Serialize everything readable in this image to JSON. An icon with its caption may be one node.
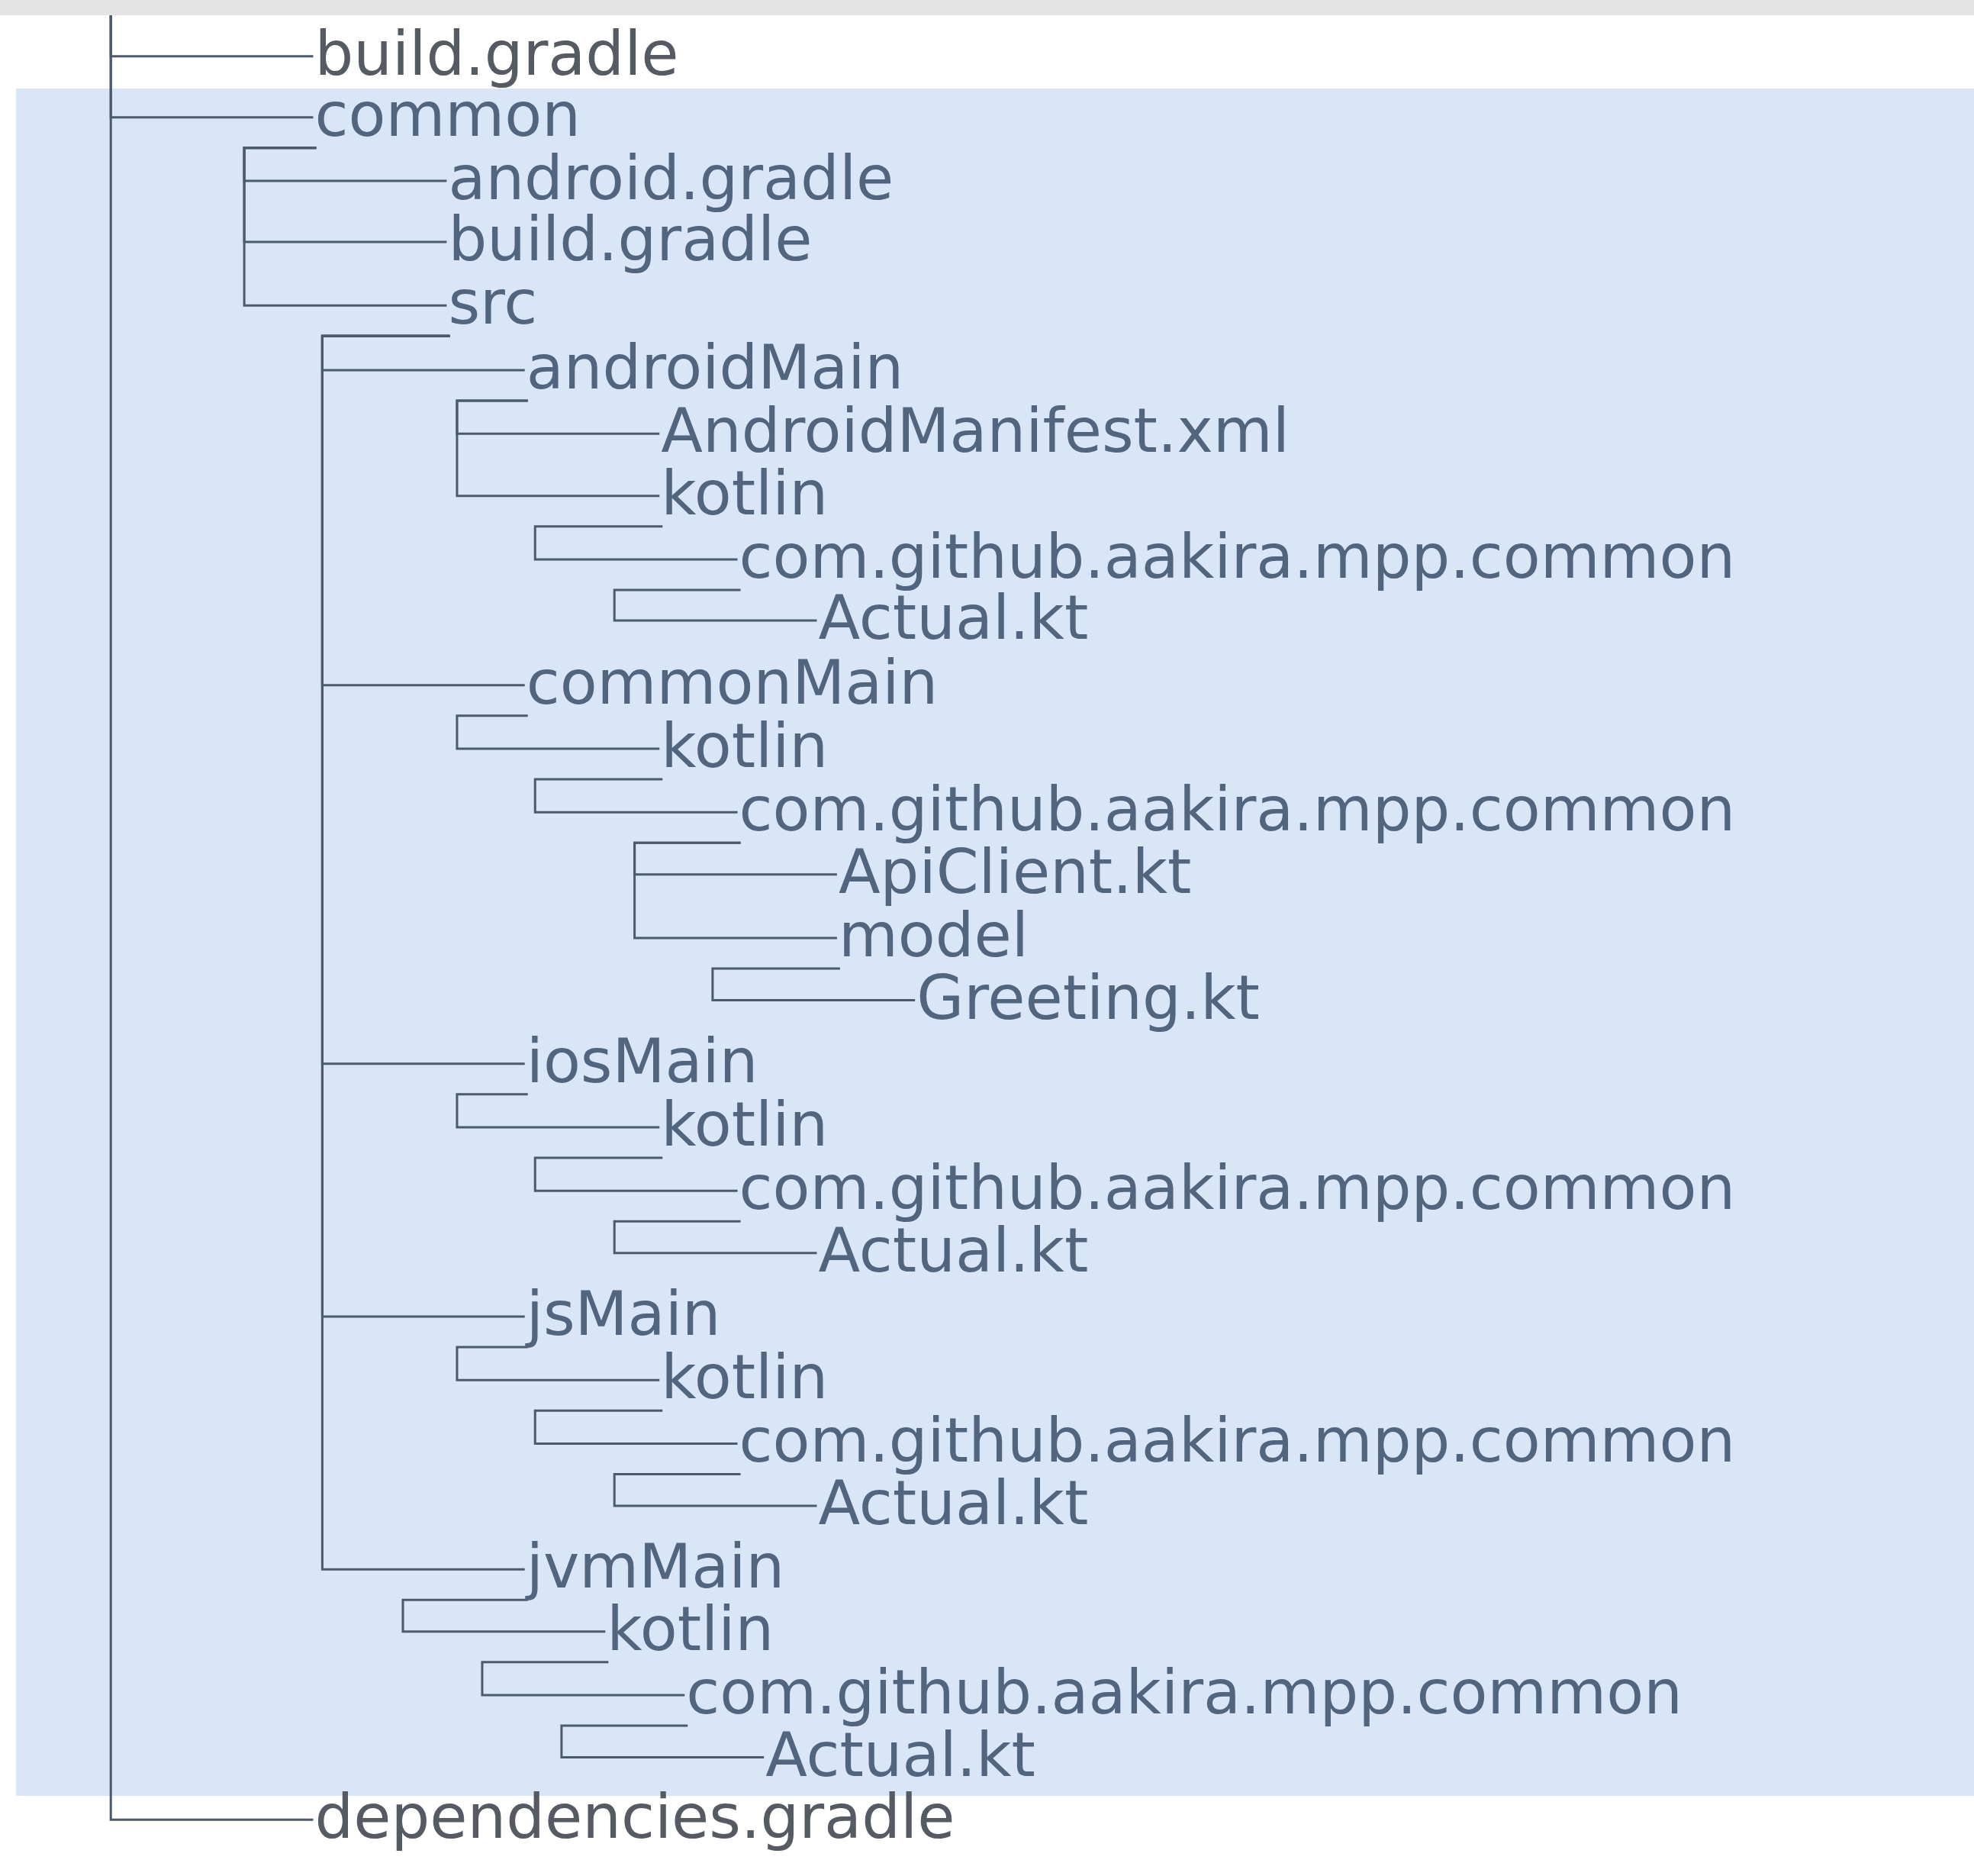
{
  "diagram": {
    "nodes": [
      {
        "text": [
          "build.gradle"
        ]
      },
      {
        "text": [
          "common"
        ]
      },
      {
        "text": [
          "android.gradle"
        ]
      },
      {
        "text": [
          "build.gradle"
        ]
      },
      {
        "text": [
          "src"
        ]
      },
      {
        "text": [
          "androidMain"
        ]
      },
      {
        "text": [
          "AndroidManifest.xml"
        ]
      },
      {
        "text": [
          "kotlin"
        ]
      },
      {
        "text": [
          "com.github.aakira.mpp.common"
        ]
      },
      {
        "text": [
          "Actual.kt"
        ]
      },
      {
        "text": [
          "commonMain"
        ]
      },
      {
        "text": [
          "kotlin"
        ]
      },
      {
        "text": [
          "com.github.aakira.mpp.common"
        ]
      },
      {
        "text": [
          "ApiClient.kt"
        ]
      },
      {
        "text": [
          "model"
        ]
      },
      {
        "text": [
          "Greeting.kt"
        ]
      },
      {
        "text": [
          "iosMain"
        ]
      },
      {
        "text": [
          "kotlin"
        ]
      },
      {
        "text": [
          "com.github.aakira.mpp.common"
        ]
      },
      {
        "text": [
          "Actual.kt"
        ]
      },
      {
        "text": [
          "jsMain"
        ]
      },
      {
        "text": [
          "kotlin"
        ]
      },
      {
        "text": [
          "com.github.aakira.mpp.common"
        ]
      },
      {
        "text": [
          "Actual.kt"
        ]
      },
      {
        "text": [
          "jvmMain"
        ]
      },
      {
        "text": [
          "kotlin"
        ]
      },
      {
        "text": [
          "com.github.aakira.mpp.common"
        ]
      },
      {
        "text": [
          "Actual.kt"
        ]
      },
      {
        "text": [
          "dependencies.gradle"
        ]
      }
    ],
    "edges": [
      {
        "from": null,
        "to": 0,
        "arrow": "none"
      },
      {
        "from": null,
        "to": 1,
        "arrow": "none"
      },
      {
        "from": 1,
        "to": 2,
        "arrow": "none"
      },
      {
        "from": 1,
        "to": 3,
        "arrow": "none"
      },
      {
        "from": 1,
        "to": 4,
        "arrow": "none"
      },
      {
        "from": 4,
        "to": 5,
        "arrow": "none"
      },
      {
        "from": 5,
        "to": 6,
        "arrow": "none"
      },
      {
        "from": 5,
        "to": 7,
        "arrow": "none"
      },
      {
        "from": 7,
        "to": 8,
        "arrow": "none"
      },
      {
        "from": 8,
        "to": 9,
        "arrow": "none"
      },
      {
        "from": 4,
        "to": 10,
        "arrow": "none"
      },
      {
        "from": 10,
        "to": 11,
        "arrow": "none"
      },
      {
        "from": 11,
        "to": 12,
        "arrow": "none"
      },
      {
        "from": 12,
        "to": 13,
        "arrow": "none"
      },
      {
        "from": 12,
        "to": 14,
        "arrow": "none"
      },
      {
        "from": 14,
        "to": 15,
        "arrow": "none"
      },
      {
        "from": 4,
        "to": 16,
        "arrow": "none"
      },
      {
        "from": 16,
        "to": 17,
        "arrow": "none"
      },
      {
        "from": 17,
        "to": 18,
        "arrow": "none"
      },
      {
        "from": 18,
        "to": 19,
        "arrow": "none"
      },
      {
        "from": 4,
        "to": 20,
        "arrow": "none"
      },
      {
        "from": 20,
        "to": 21,
        "arrow": "none"
      },
      {
        "from": 21,
        "to": 22,
        "arrow": "none"
      },
      {
        "from": 22,
        "to": 23,
        "arrow": "none"
      },
      {
        "from": 4,
        "to": 24,
        "arrow": "none"
      },
      {
        "from": 24,
        "to": 25,
        "arrow": "none"
      },
      {
        "from": 25,
        "to": 26,
        "arrow": "none"
      },
      {
        "from": 26,
        "to": 27,
        "arrow": "none"
      },
      {
        "from": null,
        "to": 28,
        "arrow": "none"
      }
    ]
  }
}
